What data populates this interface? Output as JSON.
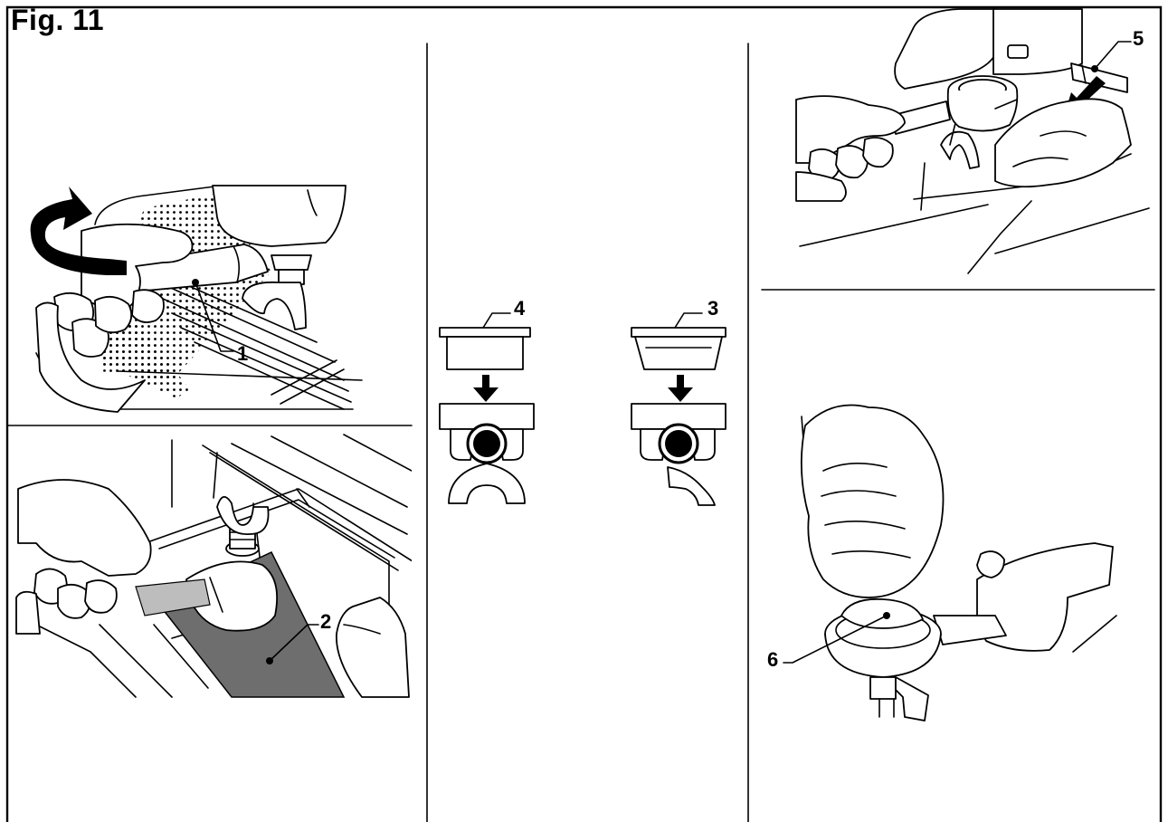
{
  "figure": {
    "title": "Fig. 11",
    "callouts": {
      "c1": "1",
      "c2": "2",
      "c3": "3",
      "c4": "4",
      "c5": "5",
      "c6": "6"
    }
  },
  "colors": {
    "line": "#000000",
    "background": "#ffffff",
    "drip_tray_shade": "#6e6e6e",
    "handle_shade": "#bdbdbd"
  },
  "icons": {
    "rotation_arrow": "curved-arrow-icon",
    "down_arrows": "arrow-down-icon",
    "pull_arrow": "arrow-down-left-icon"
  }
}
